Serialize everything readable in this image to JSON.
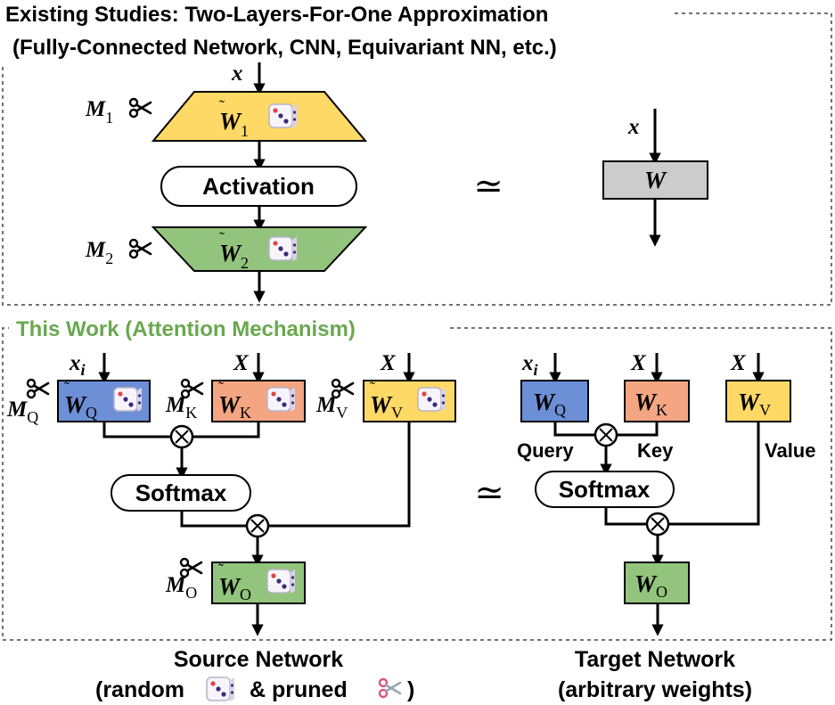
{
  "top_section": {
    "title_line1": "Existing Studies: Two-Layers-For-One Approximation",
    "title_line2": "(Fully-Connected Network, CNN, Equivariant NN, etc.)",
    "input": "x",
    "mask1": "M",
    "mask1_sub": "1",
    "weight1": "W",
    "weight1_sub": "1",
    "activation": "Activation",
    "mask2": "M",
    "mask2_sub": "2",
    "weight2": "W",
    "weight2_sub": "2",
    "approx": "≃",
    "target_input": "x",
    "target_weight": "W"
  },
  "bottom_section": {
    "title": "This Work (Attention Mechanism)",
    "title_color": "#6aa84f",
    "source": {
      "input_q": "x",
      "input_q_sub": "i",
      "input_k": "X",
      "input_v": "X",
      "mask_q": "M",
      "mask_q_sub": "Q",
      "mask_k": "M",
      "mask_k_sub": "K",
      "mask_v": "M",
      "mask_v_sub": "V",
      "mask_o": "M",
      "mask_o_sub": "O",
      "wq": "W",
      "wq_sub": "Q",
      "wk": "W",
      "wk_sub": "K",
      "wv": "W",
      "wv_sub": "V",
      "wo": "W",
      "wo_sub": "O",
      "softmax": "Softmax",
      "times": "×"
    },
    "approx": "≃",
    "target": {
      "input_q": "x",
      "input_q_sub": "i",
      "input_k": "X",
      "input_v": "X",
      "wq": "W",
      "wq_sub": "Q",
      "wk": "W",
      "wk_sub": "K",
      "wv": "W",
      "wv_sub": "V",
      "wo": "W",
      "wo_sub": "O",
      "query_label": "Query",
      "key_label": "Key",
      "value_label": "Value",
      "softmax": "Softmax",
      "times": "×"
    }
  },
  "footer": {
    "source_line1": "Source Network",
    "source_line2_a": "(random",
    "source_line2_b": "& pruned",
    "source_line2_c": ")",
    "target_line1": "Target Network",
    "target_line2": "(arbitrary weights)"
  },
  "colors": {
    "yellow": "#ffd966",
    "green": "#93c47d",
    "blue": "#6d8fd6",
    "orange": "#f4a582",
    "gray": "#cccccc",
    "accent_green": "#6aa84f"
  },
  "icons": {
    "dice": "dice-icon",
    "scissors": "scissors-icon"
  }
}
